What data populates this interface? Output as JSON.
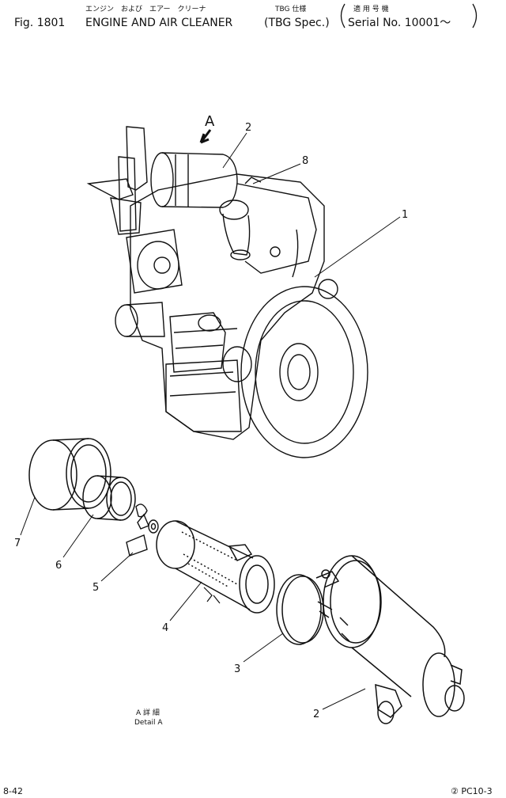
{
  "header": {
    "fig_number": "Fig. 1801",
    "title": "ENGINE AND AIR CLEANER",
    "spec": "(TBG Spec.)",
    "title_jp": "エンジン　および　エアー　クリーナ",
    "spec_jp": "TBG 仕様",
    "serial_jp": "適 用 号 機",
    "serial": "Serial No. 10001～"
  },
  "callouts": [
    {
      "label": "1"
    },
    {
      "label": "2"
    },
    {
      "label": "8"
    },
    {
      "label": "7"
    },
    {
      "label": "6"
    },
    {
      "label": "5"
    },
    {
      "label": "4"
    },
    {
      "label": "3"
    },
    {
      "label": "2"
    }
  ],
  "view_arrow": {
    "label": "A"
  },
  "detail": {
    "label_jp": "A 詳 細",
    "label": "Detail A"
  },
  "footer": {
    "page": "8-42",
    "code": "② PC10-3"
  }
}
